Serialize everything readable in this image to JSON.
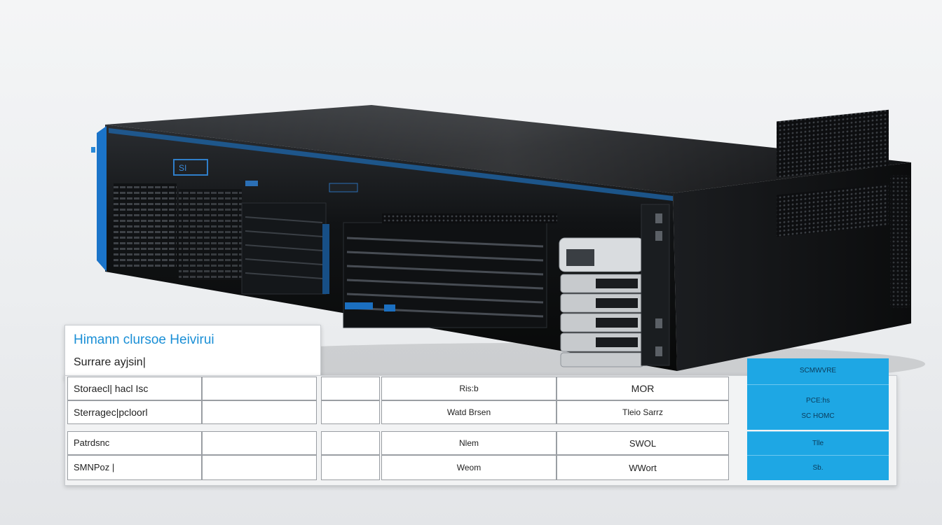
{
  "device_labels": {
    "front_logo": "",
    "badge_left": "",
    "badge_right": ""
  },
  "panel": {
    "title": "Himann clursoe Heivirui",
    "subtitle": "Surrare ayjsin|",
    "row_labels": [
      "Storaecl| hacl Isc",
      "Sterragec|pcloorl",
      "Patrdsnc",
      "SMNPoz |"
    ],
    "col_a": [
      "Ris:b",
      "Watd Brsen",
      "Nlem",
      "Weom"
    ],
    "col_b": [
      "MOR",
      "Tleio Sarrz",
      "SWOL",
      "WWort"
    ],
    "blue_col": [
      "SCMWVRE",
      "PCE:hs\nSC HOMC",
      "Tlle",
      "Sb."
    ]
  },
  "colors": {
    "accent_blue": "#1ea7e4",
    "title_blue": "#1a8fd6",
    "chassis": "#141618"
  }
}
